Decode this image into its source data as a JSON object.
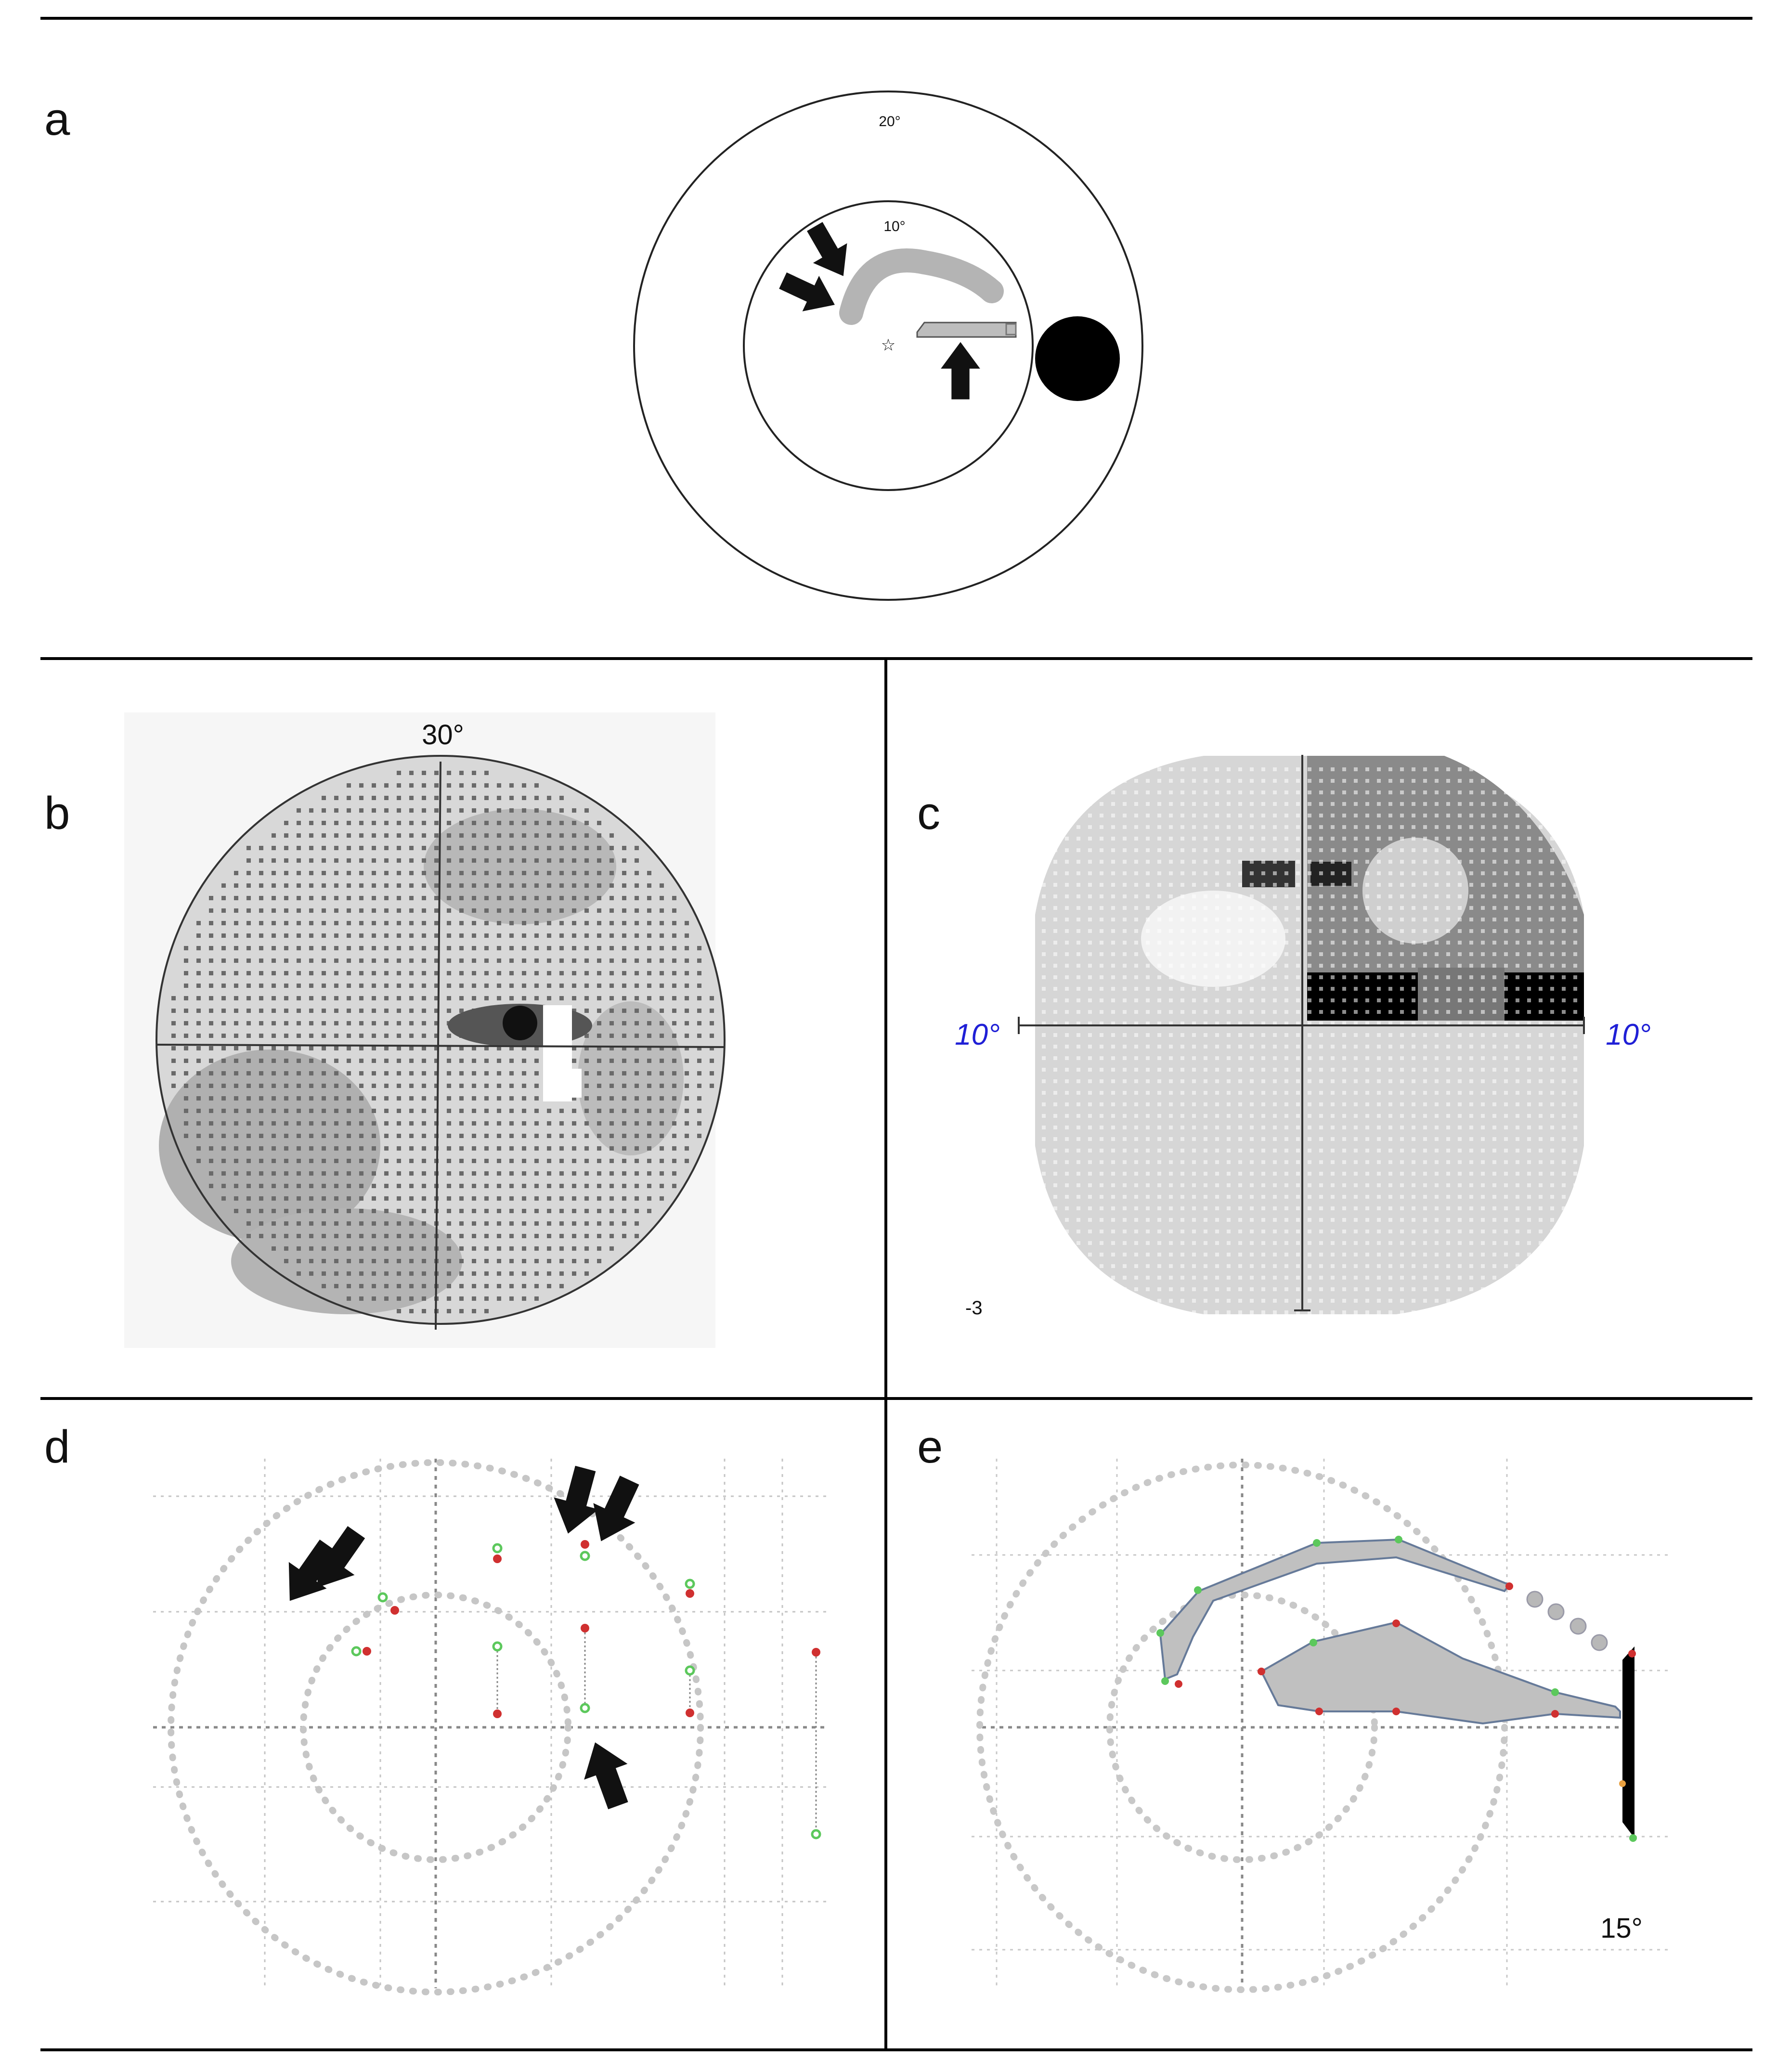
{
  "figure": {
    "divider_color": "#000000",
    "panels": {
      "a": {
        "label": "a",
        "outer_ring_label": "20°",
        "inner_ring_label": "10°",
        "fixation_marker": "☆",
        "blind_spot_color": "#000000",
        "defect_color": "#b4b4b4",
        "icons": [
          "arrow-icon",
          "arrow-icon",
          "arrow-icon"
        ]
      },
      "b": {
        "label": "b",
        "ring_label": "30°"
      },
      "c": {
        "label": "c",
        "left_axis_label": "10°",
        "right_axis_label": "10°",
        "corner_note": "-3",
        "axis_label_color": "#1f1fd6"
      },
      "d": {
        "label": "d",
        "seen_color": "#5cc85c",
        "unseen_color": "#d03030",
        "icons": [
          "arrow-icon",
          "arrow-icon",
          "arrow-icon",
          "arrow-icon",
          "arrow-icon"
        ]
      },
      "e": {
        "label": "e",
        "ring_label": "15°",
        "defect_color": "#c0c0c0",
        "blind_spot_color": "#000000"
      }
    }
  }
}
